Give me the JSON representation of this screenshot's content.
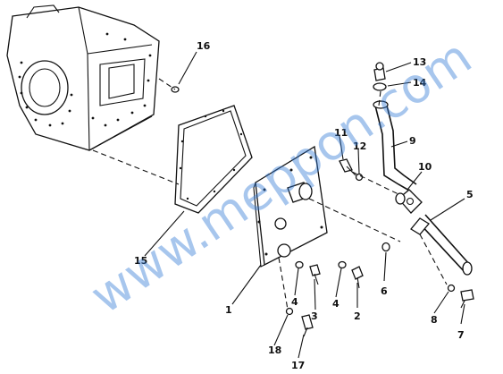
{
  "watermark": "www.meppon.com",
  "callouts": [
    "1",
    "2",
    "3",
    "4",
    "4",
    "5",
    "6",
    "7",
    "8",
    "9",
    "10",
    "11",
    "12",
    "13",
    "14",
    "15",
    "16",
    "17",
    "18"
  ]
}
